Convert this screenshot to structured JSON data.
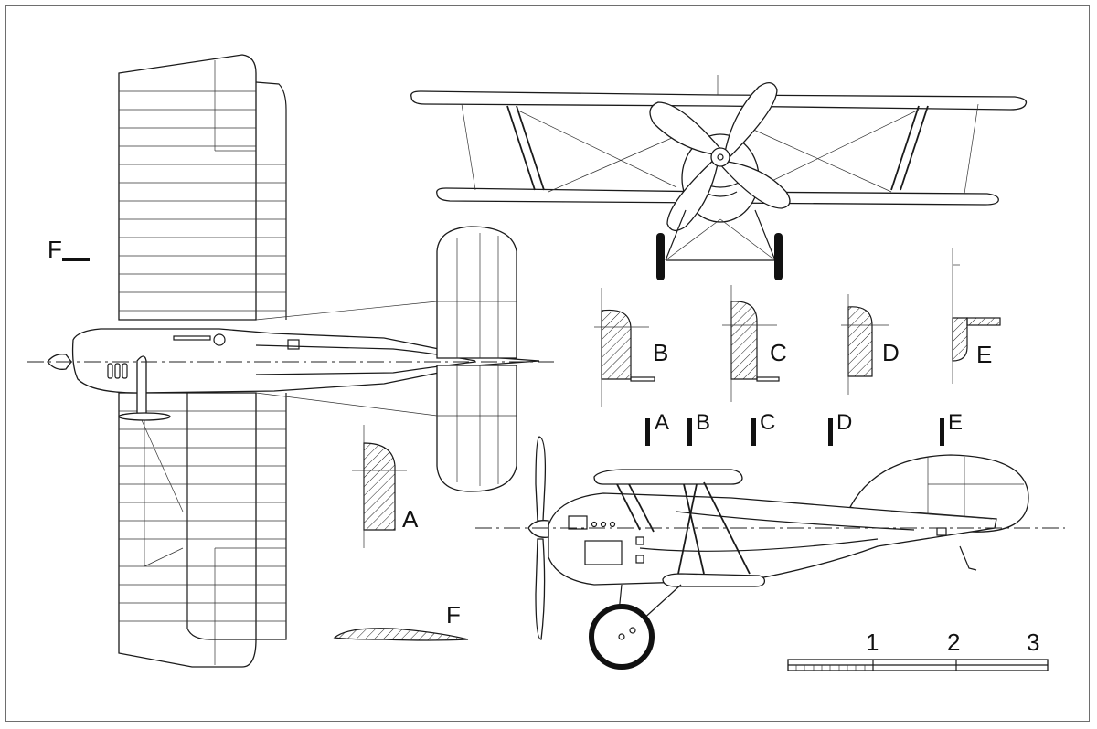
{
  "labels": {
    "section_b": "B",
    "section_c": "C",
    "section_d": "D",
    "section_e": "E",
    "section_a": "A",
    "section_f": "F",
    "marker_f": "F",
    "cut_a": "A",
    "cut_b": "B",
    "cut_c": "C",
    "cut_d": "D",
    "cut_e": "E"
  },
  "scale_bar": {
    "ticks": [
      "1",
      "2",
      "3"
    ]
  },
  "colors": {
    "ink": "#1a1a1a",
    "paper": "#ffffff",
    "frame": "#6e6e6e"
  }
}
